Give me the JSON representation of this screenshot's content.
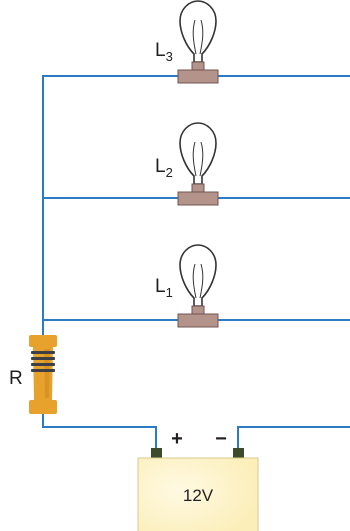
{
  "colors": {
    "wire": "#2b7bc6",
    "socket": "#b4938b",
    "socket_stroke": "#6f5550",
    "bulb_glass": "#ffffff",
    "bulb_outline": "#333333",
    "resistor_body": "#e6a22d",
    "resistor_band": "#3c3f45",
    "battery_body": "#fbeeb8",
    "battery_glow": "#fff9e2",
    "battery_terminal": "#3d4a2c"
  },
  "icons": {
    "lamp": "light-bulb-icon",
    "resistor": "resistor-icon",
    "battery": "battery-icon"
  },
  "bulbs": [
    {
      "letter": "L",
      "subscript": "3"
    },
    {
      "letter": "L",
      "subscript": "2"
    },
    {
      "letter": "L",
      "subscript": "1"
    }
  ],
  "resistor": {
    "label": "R"
  },
  "battery": {
    "label": "12V",
    "positive": "+",
    "negative": "−"
  }
}
